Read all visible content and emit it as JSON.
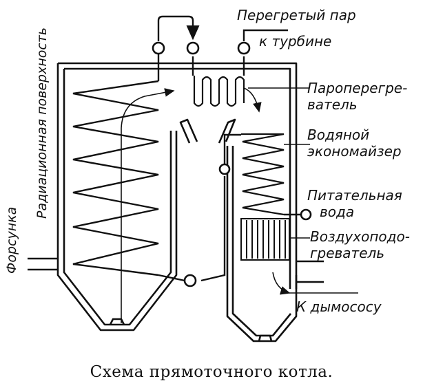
{
  "labels": {
    "superheated_steam": "Перегретый пар",
    "to_turbine": "к турбине",
    "superheater_1": "Пароперегре-",
    "superheater_2": "ватель",
    "economizer_1": "Водяной",
    "economizer_2": "экономайзер",
    "feed_water_1": "Питательная",
    "feed_water_2": "вода",
    "air_heater_1": "Воздухоподо-",
    "air_heater_2": "греватель",
    "to_exhauster": "К дымососу",
    "radiant_surface": "Радиационная поверхность",
    "burner": "Форсунка"
  },
  "caption": "Схема прямоточного котла."
}
